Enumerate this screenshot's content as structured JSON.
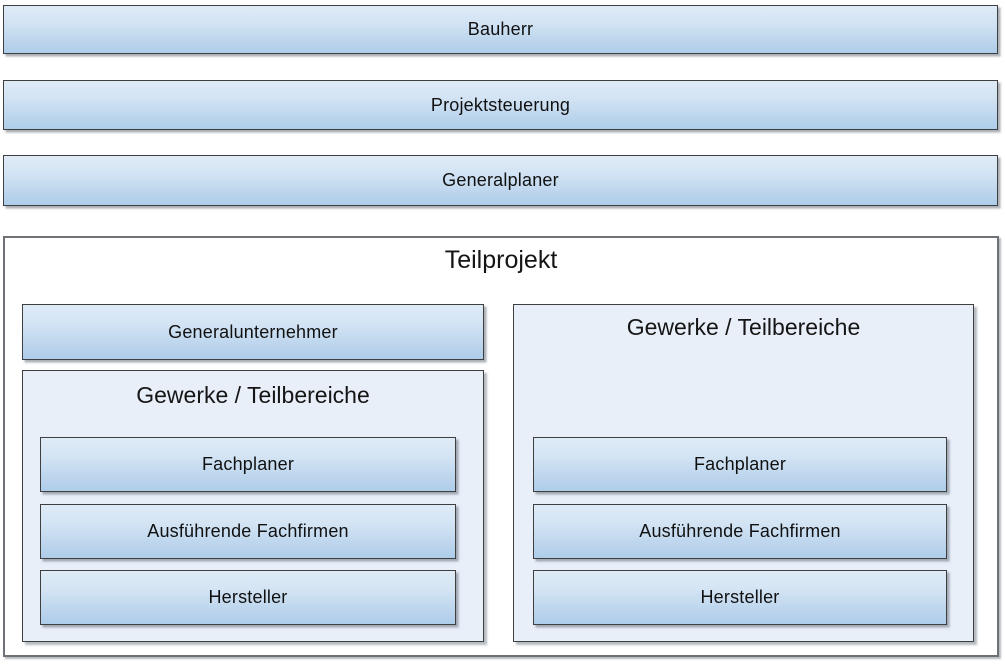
{
  "colors": {
    "bar_gradient_top": "#dcе9f6",
    "bar_gradient_bottom": "#aecdea",
    "panel_fill": "#e9eff9",
    "bar_border": "#3f3f3f",
    "container_border": "#6e7176",
    "shadow": "#78848f",
    "text": "#111111"
  },
  "top_bars": [
    {
      "label": "Bauherr"
    },
    {
      "label": "Projektsteuerung"
    },
    {
      "label": "Generalplaner"
    }
  ],
  "teilprojekt": {
    "title": "Teilprojekt",
    "left": {
      "generalunternehmer": "Generalunternehmer",
      "group_title": "Gewerke / Teilbereiche",
      "items": [
        "Fachplaner",
        "Ausführende Fachfirmen",
        "Hersteller"
      ]
    },
    "right": {
      "group_title": "Gewerke / Teilbereiche",
      "items": [
        "Fachplaner",
        "Ausführende Fachfirmen",
        "Hersteller"
      ]
    }
  }
}
